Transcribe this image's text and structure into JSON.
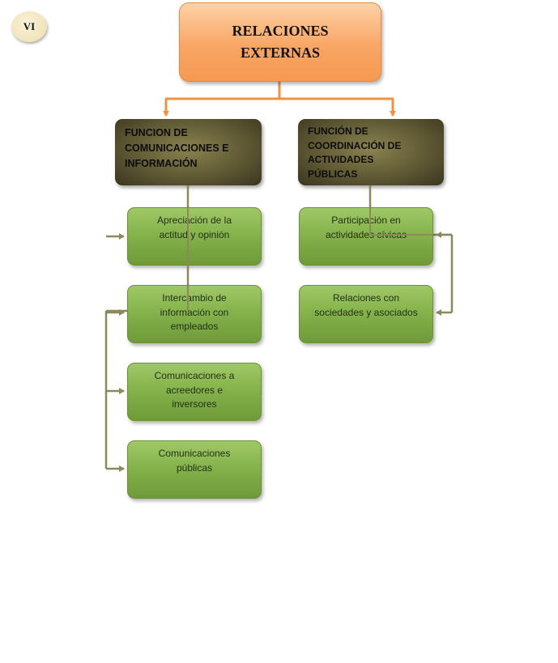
{
  "badge": "VI",
  "root": {
    "title": "RELACIONES\nEXTERNAS"
  },
  "functions": [
    {
      "title": "FUNCION DE\nCOMUNICACIONES E\nINFORMACIÓN",
      "items": [
        "Apreciación de la\nactitud y opinión",
        "Intercambio de\ninformación con\nempleados",
        "Comunicaciones a\nacreedores e\ninversores",
        "Comunicaciones\npúblicas"
      ]
    },
    {
      "title": "FUNCIÓN DE\nCOORDINACIÓN DE\nACTIVIDADES\nPÚBLICAS",
      "items": [
        "Participación en\nactividades cívicas",
        "Relaciones con\nsociedades y asociados"
      ]
    }
  ],
  "colors": {
    "root_fill": "#f9a565",
    "root_connector": "#f0913f",
    "function_fill": "#5f5934",
    "item_fill": "#86b34c",
    "item_connector": "#8b8a5a"
  }
}
